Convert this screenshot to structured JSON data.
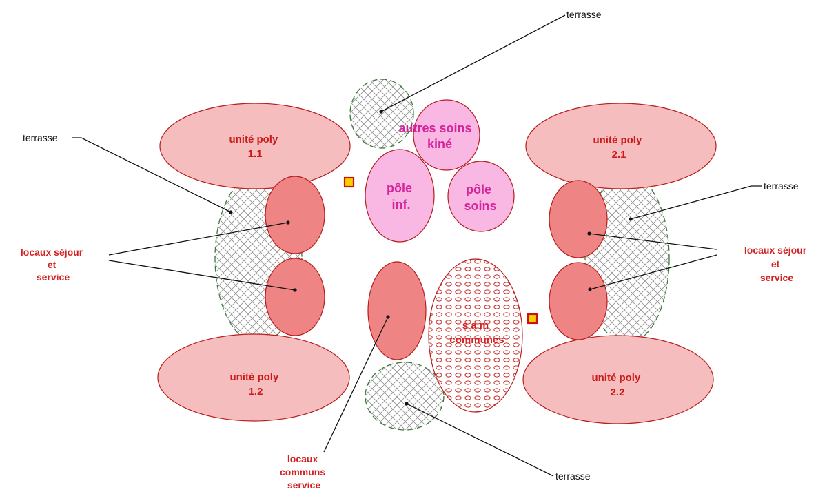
{
  "units": {
    "u11": [
      "unité poly",
      "1.1"
    ],
    "u21": [
      "unité poly",
      "2.1"
    ],
    "u12": [
      "unité poly",
      "1.2"
    ],
    "u22": [
      "unité poly",
      "2.2"
    ]
  },
  "center": {
    "autres": [
      "autres soins",
      "kiné"
    ],
    "pole_inf": [
      "pôle",
      "inf."
    ],
    "pole_soins": [
      "pôle",
      "soins"
    ],
    "salles": [
      "s a m",
      "communes"
    ]
  },
  "labels": {
    "terrasse_top": "terrasse",
    "terrasse_left": "terrasse",
    "terrasse_right": "terrasse",
    "terrasse_bottom": "terrasse",
    "locaux_left": [
      "locaux séjour",
      "et",
      "service"
    ],
    "locaux_right": [
      "locaux séjour",
      "et",
      "service"
    ],
    "locaux_communs": [
      "locaux",
      "communs",
      "service"
    ]
  },
  "colors": {
    "unit_fill": "#f5bdbd",
    "locaux_fill": "#ee8484",
    "pink_fill": "#f9b7e4",
    "outline": "#b81c1c",
    "terrasse_border": "#3a7a3a",
    "marker_fill": "#f5d000",
    "marker_border": "#cc1111"
  }
}
